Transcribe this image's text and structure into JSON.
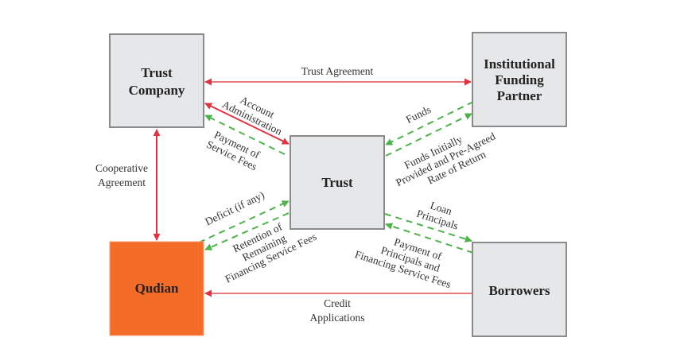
{
  "diagram": {
    "nodes": {
      "trust_company": {
        "lines": [
          "Trust",
          "Company"
        ]
      },
      "institutional_funding_partner": {
        "lines": [
          "Institutional",
          "Funding",
          "Partner"
        ]
      },
      "trust": {
        "lines": [
          "Trust"
        ]
      },
      "qudian": {
        "lines": [
          "Qudian"
        ]
      },
      "borrowers": {
        "lines": [
          "Borrowers"
        ]
      }
    },
    "edges": {
      "trust_agreement": {
        "lines": [
          "Trust Agreement"
        ],
        "from": "Trust Company",
        "to": "Institutional Funding Partner",
        "style": "solid-red-bidirectional"
      },
      "cooperative_agreement": {
        "lines": [
          "Cooperative",
          "Agreement"
        ],
        "from": "Trust Company",
        "to": "Qudian",
        "style": "solid-red-bidirectional"
      },
      "account_administration": {
        "lines": [
          "Account",
          "Administration"
        ],
        "from": "Trust Company",
        "to": "Trust",
        "style": "solid-red-bidirectional"
      },
      "payment_of_service_fees": {
        "lines": [
          "Payment of",
          "Service Fees"
        ],
        "from": "Trust",
        "to": "Trust Company",
        "style": "dashed-green"
      },
      "funds": {
        "lines": [
          "Funds"
        ],
        "from": "Institutional Funding Partner",
        "to": "Trust",
        "style": "dashed-green"
      },
      "funds_initially_provided": {
        "lines": [
          "Funds Initially",
          "Provided and Pre-Agreed",
          "Rate of Return"
        ],
        "from": "Trust",
        "to": "Institutional Funding Partner",
        "style": "dashed-green"
      },
      "deficit": {
        "lines": [
          "Deficit (if any)"
        ],
        "from": "Qudian",
        "to": "Trust",
        "style": "dashed-green"
      },
      "retention_of_remaining": {
        "lines": [
          "Retention of",
          "Remaining",
          "Financing Service Fees"
        ],
        "from": "Trust",
        "to": "Qudian",
        "style": "dashed-green"
      },
      "loan_principals": {
        "lines": [
          "Loan",
          "Principals"
        ],
        "from": "Trust",
        "to": "Borrowers",
        "style": "dashed-green"
      },
      "payment_of_principals": {
        "lines": [
          "Payment of",
          "Principals and",
          "Financing Service Fees"
        ],
        "from": "Borrowers",
        "to": "Trust",
        "style": "dashed-green"
      },
      "credit_applications": {
        "lines": [
          "Credit",
          "Applications"
        ],
        "from": "Borrowers",
        "to": "Qudian",
        "style": "solid-red"
      }
    },
    "colors": {
      "node_fill": "#e6e7e8",
      "node_border": "#8a8a8a",
      "qudian_fill": "#f36c28",
      "solid_arrow": "#e0323f",
      "dashed_arrow": "#4db34a"
    }
  }
}
